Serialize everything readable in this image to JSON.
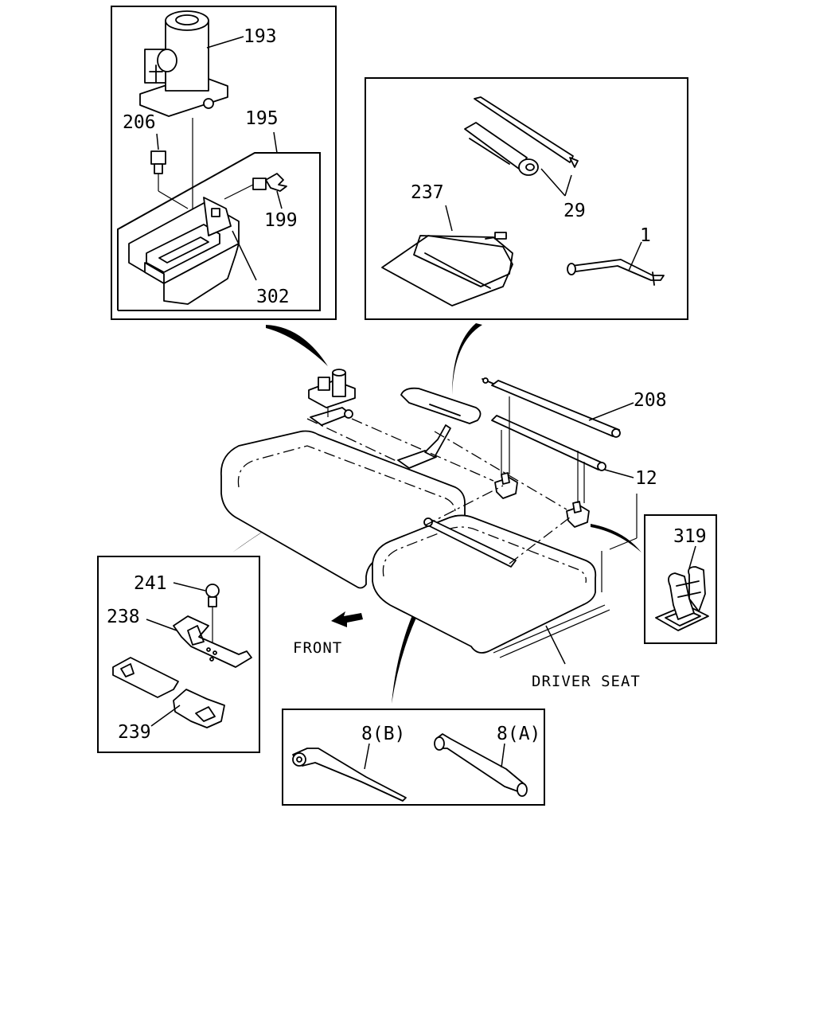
{
  "labels": {
    "p193": "193",
    "p206": "206",
    "p195": "195",
    "p199": "199",
    "p302": "302",
    "p237": "237",
    "p29": "29",
    "p1": "1",
    "p208": "208",
    "p12": "12",
    "p319": "319",
    "p241": "241",
    "p238": "238",
    "p239": "239",
    "p8b": "8(B)",
    "p8a": "8(A)"
  },
  "captions": {
    "front": "FRONT",
    "driver_seat": "DRIVER SEAT"
  }
}
